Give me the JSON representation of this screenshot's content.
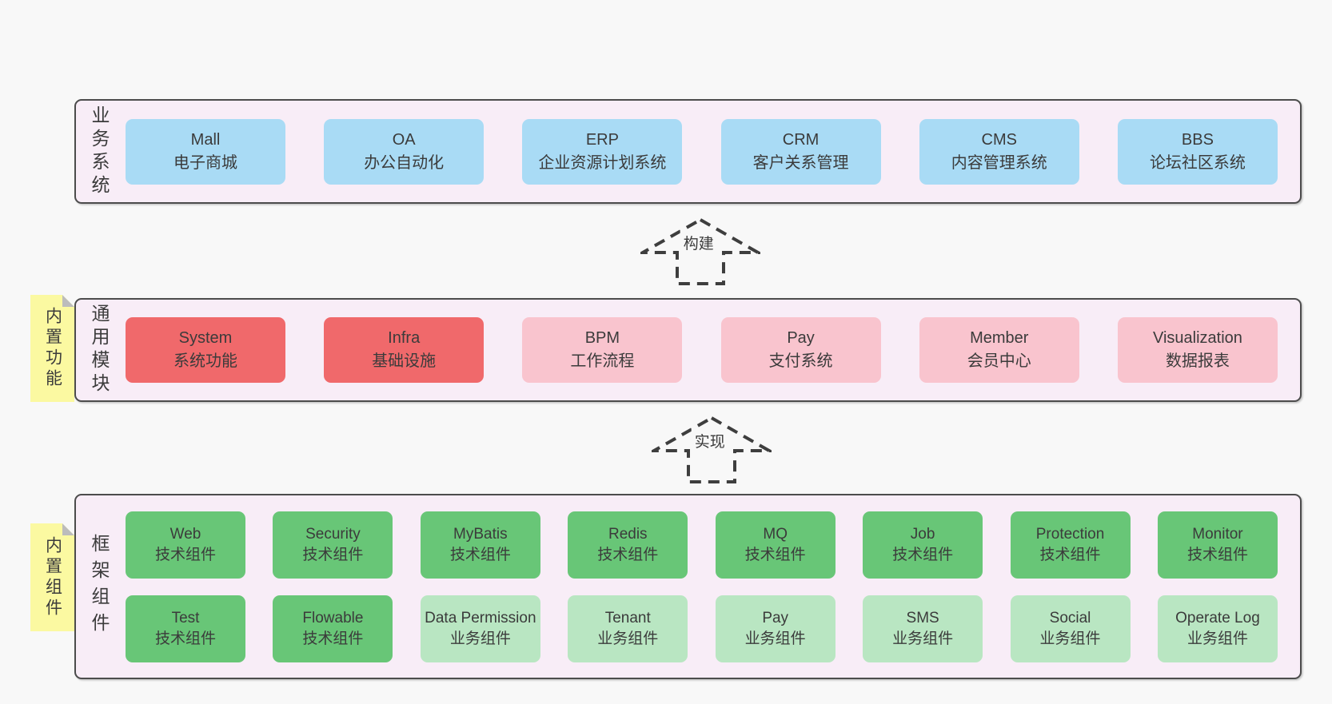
{
  "colors": {
    "page-bg": "#f8f8f8",
    "section-bg": "#f8edf7",
    "section-border": "#4c4c4c",
    "text": "#3b3b3b",
    "arrow": "#3e3e3e",
    "blue": "#a9dbf5",
    "red": "#f0696b",
    "pink": "#f9c4ce",
    "green": "#68c677",
    "lightgreen": "#b9e6c2",
    "tag-bg": "#fbf9a1",
    "tag-fold": "#bcbcbc"
  },
  "diagram": {
    "arrows": {
      "build": "构建",
      "implement": "实现"
    },
    "sections": {
      "business": {
        "label": "业务系统",
        "boxes": [
          {
            "en": "Mall",
            "zh": "电子商城",
            "variant": "blue"
          },
          {
            "en": "OA",
            "zh": "办公自动化",
            "variant": "blue"
          },
          {
            "en": "ERP",
            "zh": "企业资源计划系统",
            "variant": "blue"
          },
          {
            "en": "CRM",
            "zh": "客户关系管理",
            "variant": "blue"
          },
          {
            "en": "CMS",
            "zh": "内容管理系统",
            "variant": "blue"
          },
          {
            "en": "BBS",
            "zh": "论坛社区系统",
            "variant": "blue"
          }
        ]
      },
      "modules": {
        "label": "通用模块",
        "tag": "内置功能",
        "boxes": [
          {
            "en": "System",
            "zh": "系统功能",
            "variant": "red"
          },
          {
            "en": "Infra",
            "zh": "基础设施",
            "variant": "red"
          },
          {
            "en": "BPM",
            "zh": "工作流程",
            "variant": "pink"
          },
          {
            "en": "Pay",
            "zh": "支付系统",
            "variant": "pink"
          },
          {
            "en": "Member",
            "zh": "会员中心",
            "variant": "pink"
          },
          {
            "en": "Visualization",
            "zh": "数据报表",
            "variant": "pink"
          }
        ]
      },
      "framework": {
        "label": "框架组件",
        "tag": "内置组件",
        "rows": [
          [
            {
              "en": "Web",
              "zh": "技术组件",
              "variant": "green"
            },
            {
              "en": "Security",
              "zh": "技术组件",
              "variant": "green"
            },
            {
              "en": "MyBatis",
              "zh": "技术组件",
              "variant": "green"
            },
            {
              "en": "Redis",
              "zh": "技术组件",
              "variant": "green"
            },
            {
              "en": "MQ",
              "zh": "技术组件",
              "variant": "green"
            },
            {
              "en": "Job",
              "zh": "技术组件",
              "variant": "green"
            },
            {
              "en": "Protection",
              "zh": "技术组件",
              "variant": "green"
            },
            {
              "en": "Monitor",
              "zh": "技术组件",
              "variant": "green"
            }
          ],
          [
            {
              "en": "Test",
              "zh": "技术组件",
              "variant": "green"
            },
            {
              "en": "Flowable",
              "zh": "技术组件",
              "variant": "green"
            },
            {
              "en": "Data Permission",
              "zh": "业务组件",
              "variant": "lightgreen"
            },
            {
              "en": "Tenant",
              "zh": "业务组件",
              "variant": "lightgreen"
            },
            {
              "en": "Pay",
              "zh": "业务组件",
              "variant": "lightgreen"
            },
            {
              "en": "SMS",
              "zh": "业务组件",
              "variant": "lightgreen"
            },
            {
              "en": "Social",
              "zh": "业务组件",
              "variant": "lightgreen"
            },
            {
              "en": "Operate Log",
              "zh": "业务组件",
              "variant": "lightgreen"
            }
          ]
        ]
      }
    }
  }
}
